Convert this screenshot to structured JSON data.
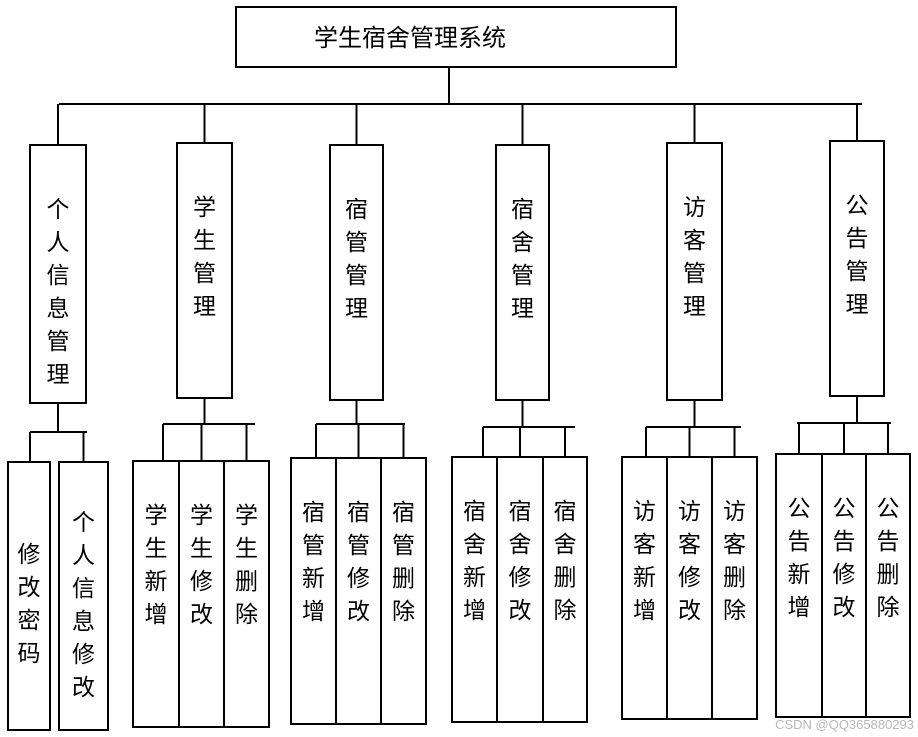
{
  "root": "学生宿舍管理系统",
  "modules": [
    {
      "label": "个人信息管理",
      "children": [
        "修改密码",
        "个人信息修改"
      ]
    },
    {
      "label": "学生管理",
      "children": [
        "学生新增",
        "学生修改",
        "学生删除"
      ]
    },
    {
      "label": "宿管管理",
      "children": [
        "宿管新增",
        "宿管修改",
        "宿管删除"
      ]
    },
    {
      "label": "宿舍管理",
      "children": [
        "宿舍新增",
        "宿舍修改",
        "宿舍删除"
      ]
    },
    {
      "label": "访客管理",
      "children": [
        "访客新增",
        "访客修改",
        "访客删除"
      ]
    },
    {
      "label": "公告管理",
      "children": [
        "公告新增",
        "公告修改",
        "公告删除"
      ]
    }
  ],
  "watermark": "CSDN @QQ365880293"
}
